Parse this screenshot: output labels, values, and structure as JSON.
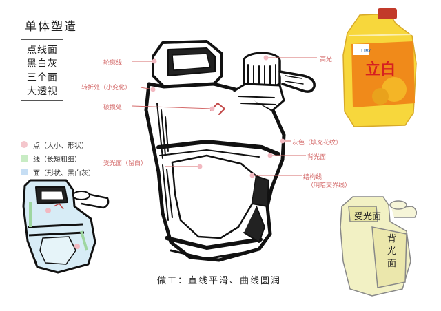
{
  "title": "单体塑造",
  "concepts": [
    "点线面",
    "黑白灰",
    "三个面",
    "大透视"
  ],
  "legend": [
    {
      "text": "点（大小、形状）",
      "color": "#f4c6cc",
      "shape": "dot"
    },
    {
      "text": "线（长短粗细）",
      "color": "#c8ecc4",
      "shape": "square"
    },
    {
      "text": "面（形状、黑白灰）",
      "color": "#c6def4",
      "shape": "square"
    }
  ],
  "labels": {
    "outline": "轮廓线",
    "turn": "转折处（小变化）",
    "damage": "破损处",
    "highlight": "高光",
    "gray": "灰色（填充花纹）",
    "backlight": "背光面",
    "lit": "受光面（留白）",
    "structure": "结构线",
    "structure_note": "（明暗交界线）"
  },
  "product": {
    "brand": "立白",
    "badge": "LIBY"
  },
  "right_labels": {
    "lit": "受光面",
    "back_1": "背",
    "back_2": "光",
    "back_3": "面"
  },
  "caption": "做工：直线平滑、曲线圆润",
  "colors": {
    "accent": "#d46a6a",
    "bottle_orange": "#f08a1a",
    "bottle_yellow": "#f7d73c"
  }
}
